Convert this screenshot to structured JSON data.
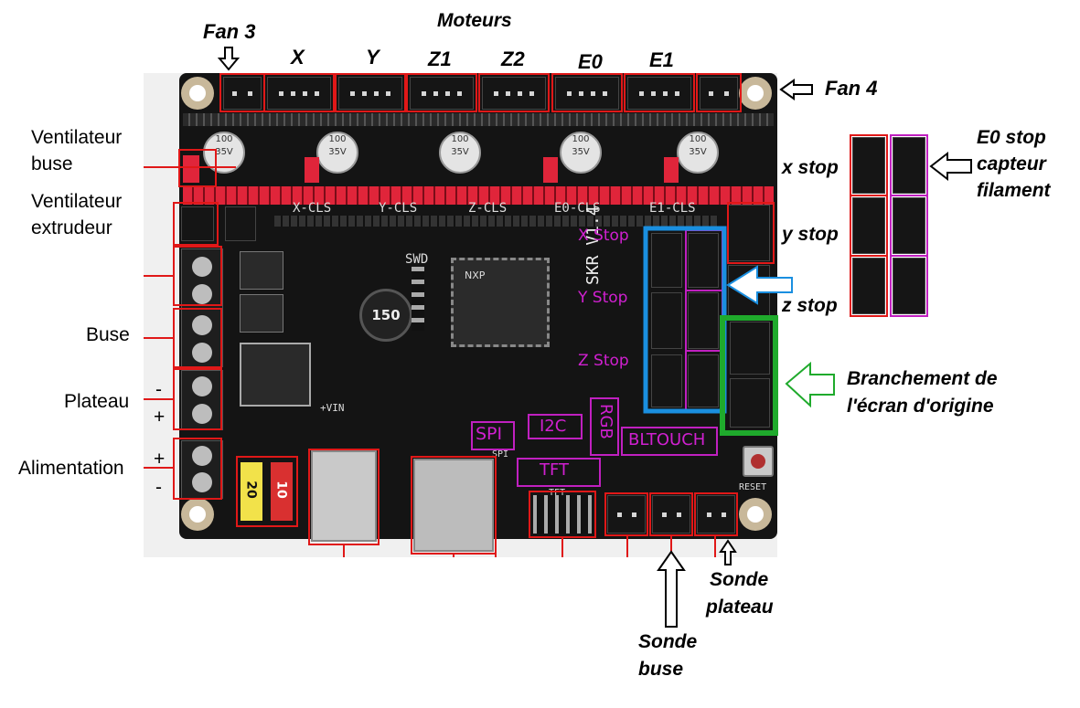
{
  "title": "Moteurs",
  "top_labels": {
    "fan3": "Fan 3",
    "x": "X",
    "y": "Y",
    "z1": "Z1",
    "z2": "Z2",
    "e0": "E0",
    "e1": "E1",
    "fan4": "Fan 4"
  },
  "left_labels": {
    "ventilateur_buse_1": "Ventilateur",
    "ventilateur_buse_2": "buse",
    "ventilateur_extrudeur_1": "Ventilateur",
    "ventilateur_extrudeur_2": "extrudeur",
    "buse": "Buse",
    "plateau": "Plateau",
    "plateau_minus": "-",
    "plateau_plus": "+",
    "alimentation": "Alimentation",
    "alim_plus": "+",
    "alim_minus": "-"
  },
  "right_labels": {
    "x_stop": "x stop",
    "y_stop": "y stop",
    "z_stop": "z stop",
    "e0_stop_1": "E0 stop",
    "e0_stop_2": "capteur",
    "e0_stop_3": "filament",
    "branchement_1": "Branchement de",
    "branchement_2": "l'écran d'origine"
  },
  "bottom_labels": {
    "sonde_plateau_1": "Sonde",
    "sonde_plateau_2": "plateau",
    "sonde_buse_1": "Sonde",
    "sonde_buse_2": "buse"
  },
  "board_overlay_labels": {
    "x_stop": "X Stop",
    "y_stop": "Y Stop",
    "z_stop": "Z Stop",
    "spi": "SPI",
    "i2c": "I2C",
    "rgb": "RGB",
    "bltouch": "BLTOUCH",
    "tft": "TFT"
  },
  "silkscreen": {
    "x_cls": "X-CLS",
    "y_cls": "Y-CLS",
    "z_cls": "Z-CLS",
    "e0_cls": "E0-CLS",
    "e1_cls": "E1-CLS",
    "swd": "SWD",
    "inductor": "150",
    "chip_brand": "NXP",
    "board_name": "SKR V1.4",
    "fuse_20": "20",
    "fuse_10": "10",
    "reset": "RESET",
    "vin": "+VIN",
    "spi_small": "SPI",
    "tft_small": "TFT",
    "cap_100": "100",
    "cap_35v": "35V"
  },
  "colors": {
    "annotation_red": "#e01818",
    "annotation_magenta": "#d020d0",
    "highlight_blue": "#1a8fe0",
    "highlight_green": "#1faa2c",
    "board_black": "#141414",
    "connector_red": "#e0253a"
  }
}
